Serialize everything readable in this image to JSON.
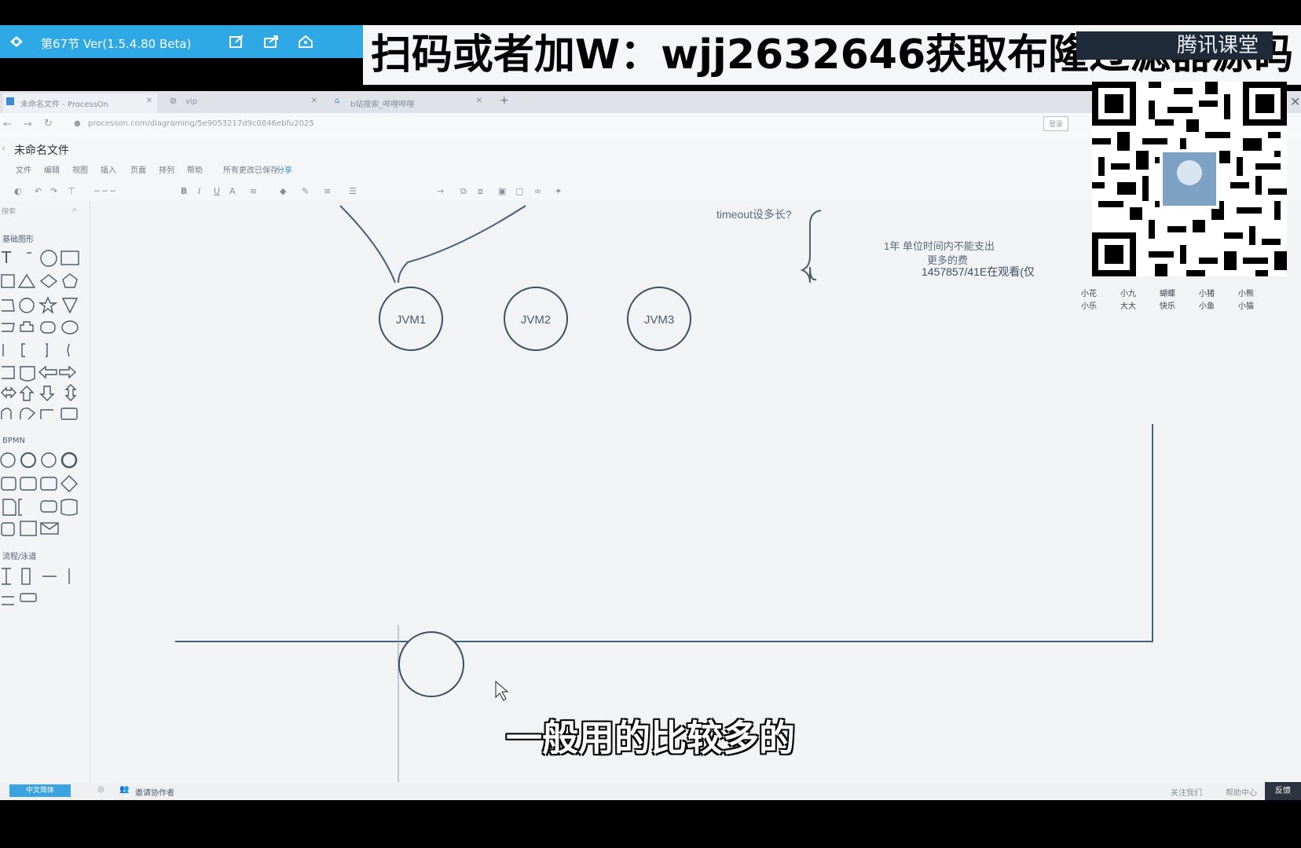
{
  "player": {
    "title": "第67节 Ver(1.5.4.80 Beta)"
  },
  "banner": {
    "text": "扫码或者加W：wjj2632646获取布隆过滤器源码"
  },
  "browser": {
    "tabs": [
      {
        "label": "未命名文件 - ProcessOn"
      },
      {
        "label": "vip"
      },
      {
        "label": "b站搜索_哔哩哔哩"
      }
    ],
    "url": "processon.com/diagraming/5e9053217d9c0846ebfu2025",
    "login_button": "登录"
  },
  "app": {
    "file_title": "未命名文件",
    "menu": [
      "文件",
      "编辑",
      "视图",
      "插入",
      "页面",
      "排列",
      "帮助"
    ],
    "menu_extra": "所有更改已保存",
    "menu_extra2": "分享",
    "sidebar": {
      "search_placeholder": "搜索",
      "section_basic": "基础图形",
      "section_bpmn": "BPMN",
      "section_flow": "流程/泳道"
    }
  },
  "diagram": {
    "nodes": [
      {
        "label": "JVM1"
      },
      {
        "label": "JVM2"
      },
      {
        "label": "JVM3"
      }
    ],
    "note_timeout": "timeout设多长?",
    "note_1": "1年   单位时间内不能支出",
    "note_2": "更多的费",
    "note_3": "1457857/41E在观看(仅"
  },
  "overlay": {
    "edu_logo": "腾讯课堂",
    "people_row1": [
      "小花",
      "小九",
      "蝴蝶",
      "小猪",
      "小熊"
    ],
    "people_row2": [
      "小乐",
      "大大",
      "快乐",
      "小鱼",
      "小猫"
    ]
  },
  "statusbar": {
    "left_button": "中文简体",
    "invite": "邀请协作者",
    "right_1": "关注我们",
    "right_2": "帮助中心",
    "right_3": "反馈"
  },
  "subtitle": {
    "text": "一般用的比较多的"
  }
}
